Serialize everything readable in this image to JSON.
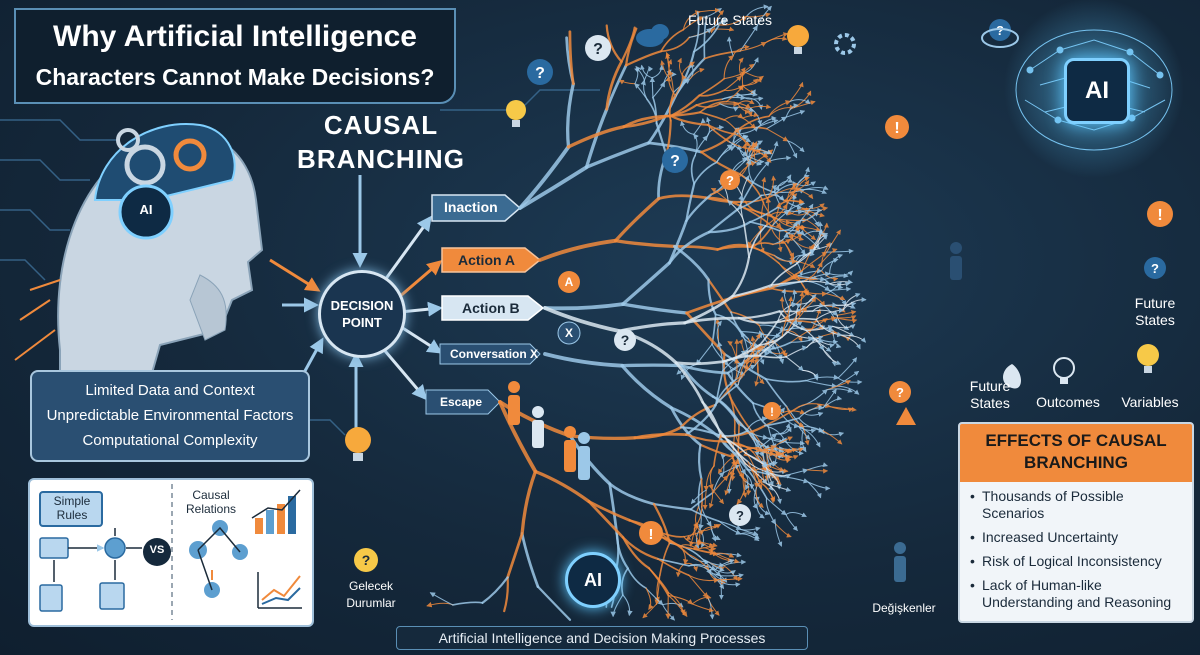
{
  "title": {
    "line1": "Why Artificial Intelligence",
    "line2": "Characters Cannot Make Decisions?"
  },
  "causal_title": {
    "line1": "CAUSAL",
    "line2": "BRANCHING"
  },
  "decision_point": {
    "line1": "DECISION",
    "line2": "POINT"
  },
  "branches": {
    "inaction": "Inaction",
    "action_a": "Action A",
    "action_b": "Action B",
    "conversation_x": "Conversation X",
    "escape": "Escape"
  },
  "markers": {
    "a": "A",
    "x": "X"
  },
  "limits": {
    "items": [
      "Limited Data and Context",
      "Unpredictable Environmental Factors",
      "Computational Complexity"
    ]
  },
  "comparison": {
    "simple_rules": "Simple Rules",
    "vs": "VS",
    "causal_relations": "Causal Relations"
  },
  "labels": {
    "future_states_top": "Future States",
    "future_states_right": "Future States",
    "future_states_bottom": "Future States",
    "outcomes": "Outcomes",
    "variables": "Variables",
    "gelecek_durumlar": "Gelecek Durumlar",
    "degiskenler": "Değişkenler",
    "ai_badge": "AI",
    "robot_ai": "AI",
    "gear_ai": "AI"
  },
  "effects": {
    "title_line1": "EFFECTS OF CAUSAL",
    "title_line2": "BRANCHING",
    "items": [
      "Thousands of Possible Scenarios",
      "Increased Uncertainty",
      "Risk of Logical Inconsistency",
      "Lack of Human-like Understanding and Reasoning"
    ]
  },
  "footer": "Artificial Intelligence and Decision Making Processes",
  "colors": {
    "background": "#15293c",
    "branch_blue": "#9cc8e8",
    "branch_orange": "#f08a3c",
    "effects_header": "#f08a3c",
    "glow": "#5ec8ff"
  },
  "icons": [
    "question-icon",
    "lightbulb-icon",
    "exclamation-icon",
    "cloud-icon",
    "gear-icon",
    "warning-icon",
    "brain-icon",
    "robot-head-icon",
    "person-icon",
    "bar-chart-icon",
    "line-chart-icon"
  ]
}
